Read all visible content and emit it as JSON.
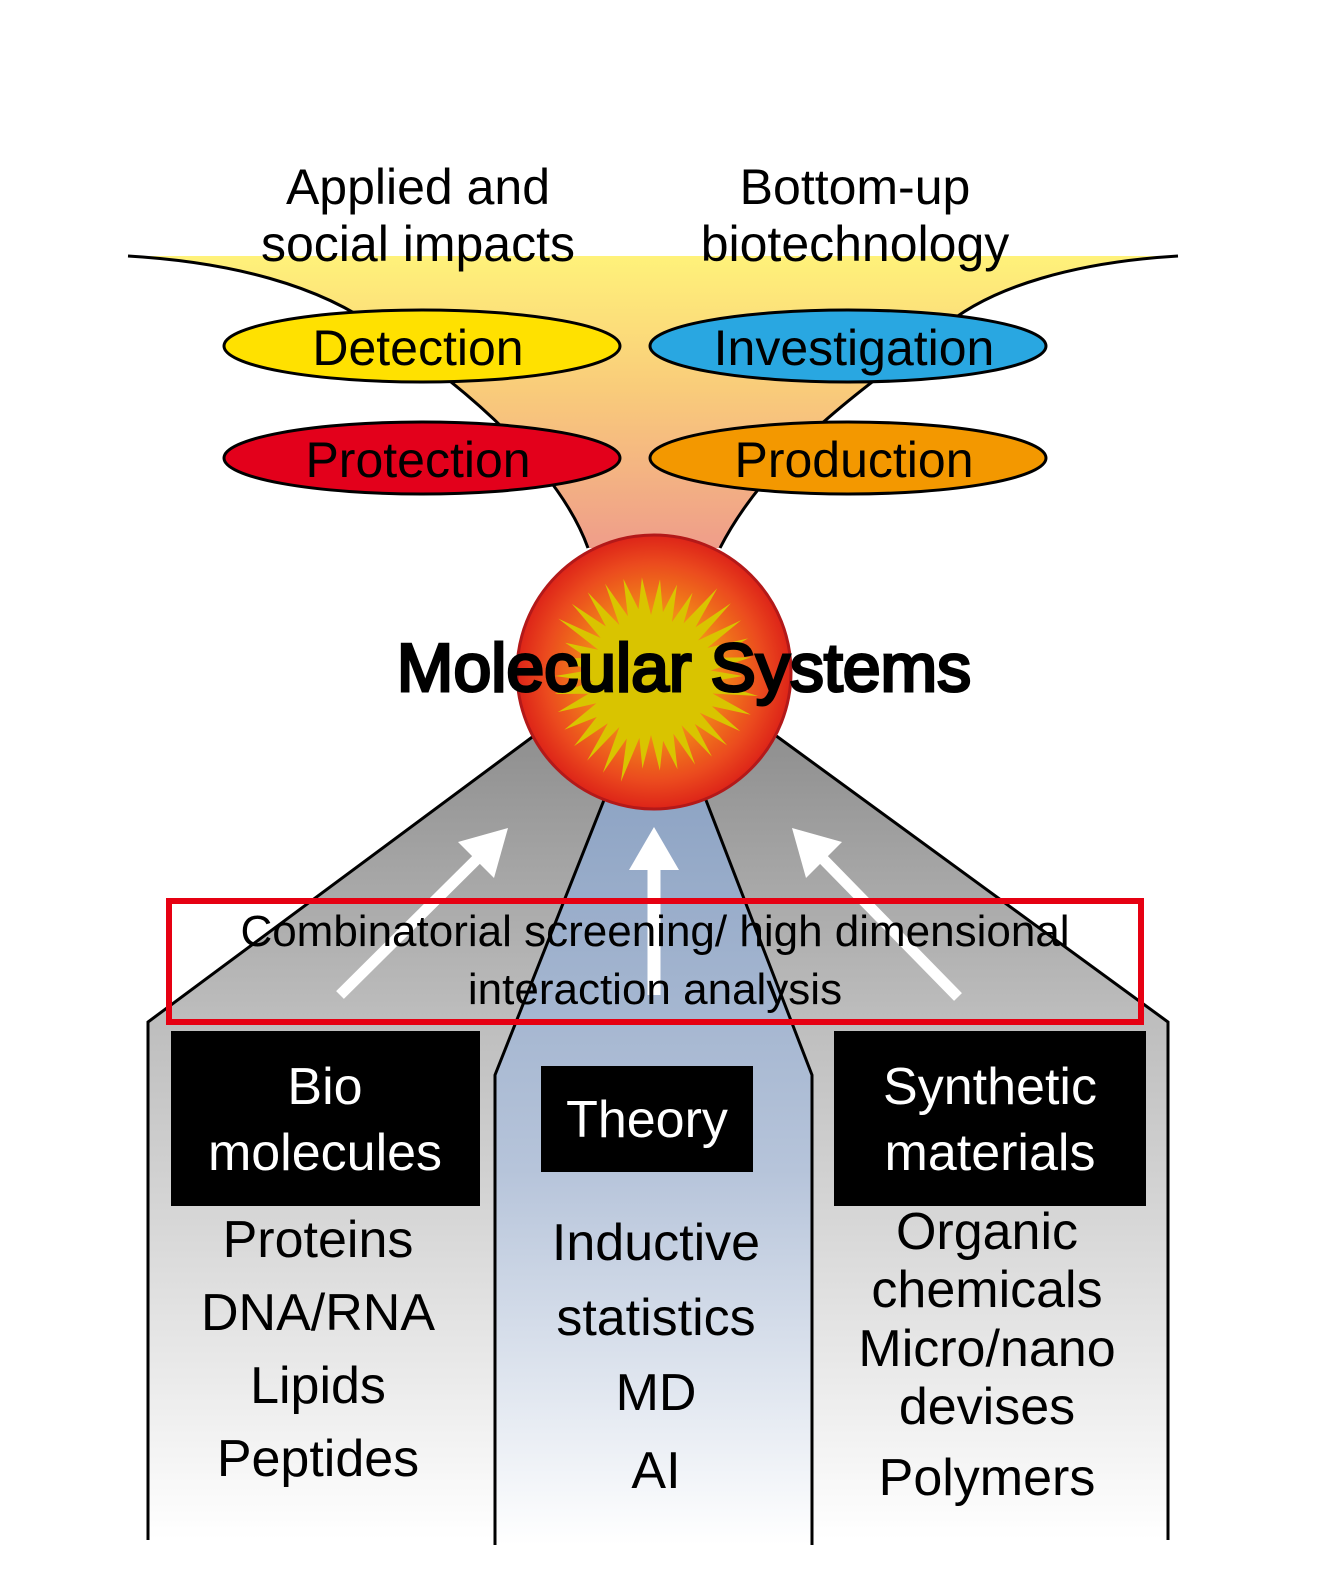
{
  "top_labels": {
    "left": [
      "Applied and",
      "social impacts"
    ],
    "right": [
      "Bottom-up",
      "biotechnology"
    ]
  },
  "ellipses": [
    {
      "label": "Detection",
      "color": "#ffe100"
    },
    {
      "label": "Investigation",
      "color": "#29a7e1"
    },
    {
      "label": "Protection",
      "color": "#e3001b"
    },
    {
      "label": "Production",
      "color": "#f39800"
    }
  ],
  "center": {
    "label": "Molecular Systems"
  },
  "screening_box": {
    "lines": [
      "Combinatorial screening/ high dimensional",
      "interaction analysis"
    ],
    "border_color": "#e60012"
  },
  "columns": [
    {
      "header": [
        "Bio",
        "molecules"
      ],
      "items": [
        "Proteins",
        "DNA/RNA",
        "Lipids",
        "Peptides"
      ]
    },
    {
      "header": [
        "Theory"
      ],
      "items": [
        "Inductive",
        "statistics",
        "MD",
        "AI"
      ]
    },
    {
      "header": [
        "Synthetic",
        "materials"
      ],
      "items": [
        "Organic",
        "chemicals",
        "Micro/nano",
        "devises",
        "Polymers"
      ]
    }
  ]
}
